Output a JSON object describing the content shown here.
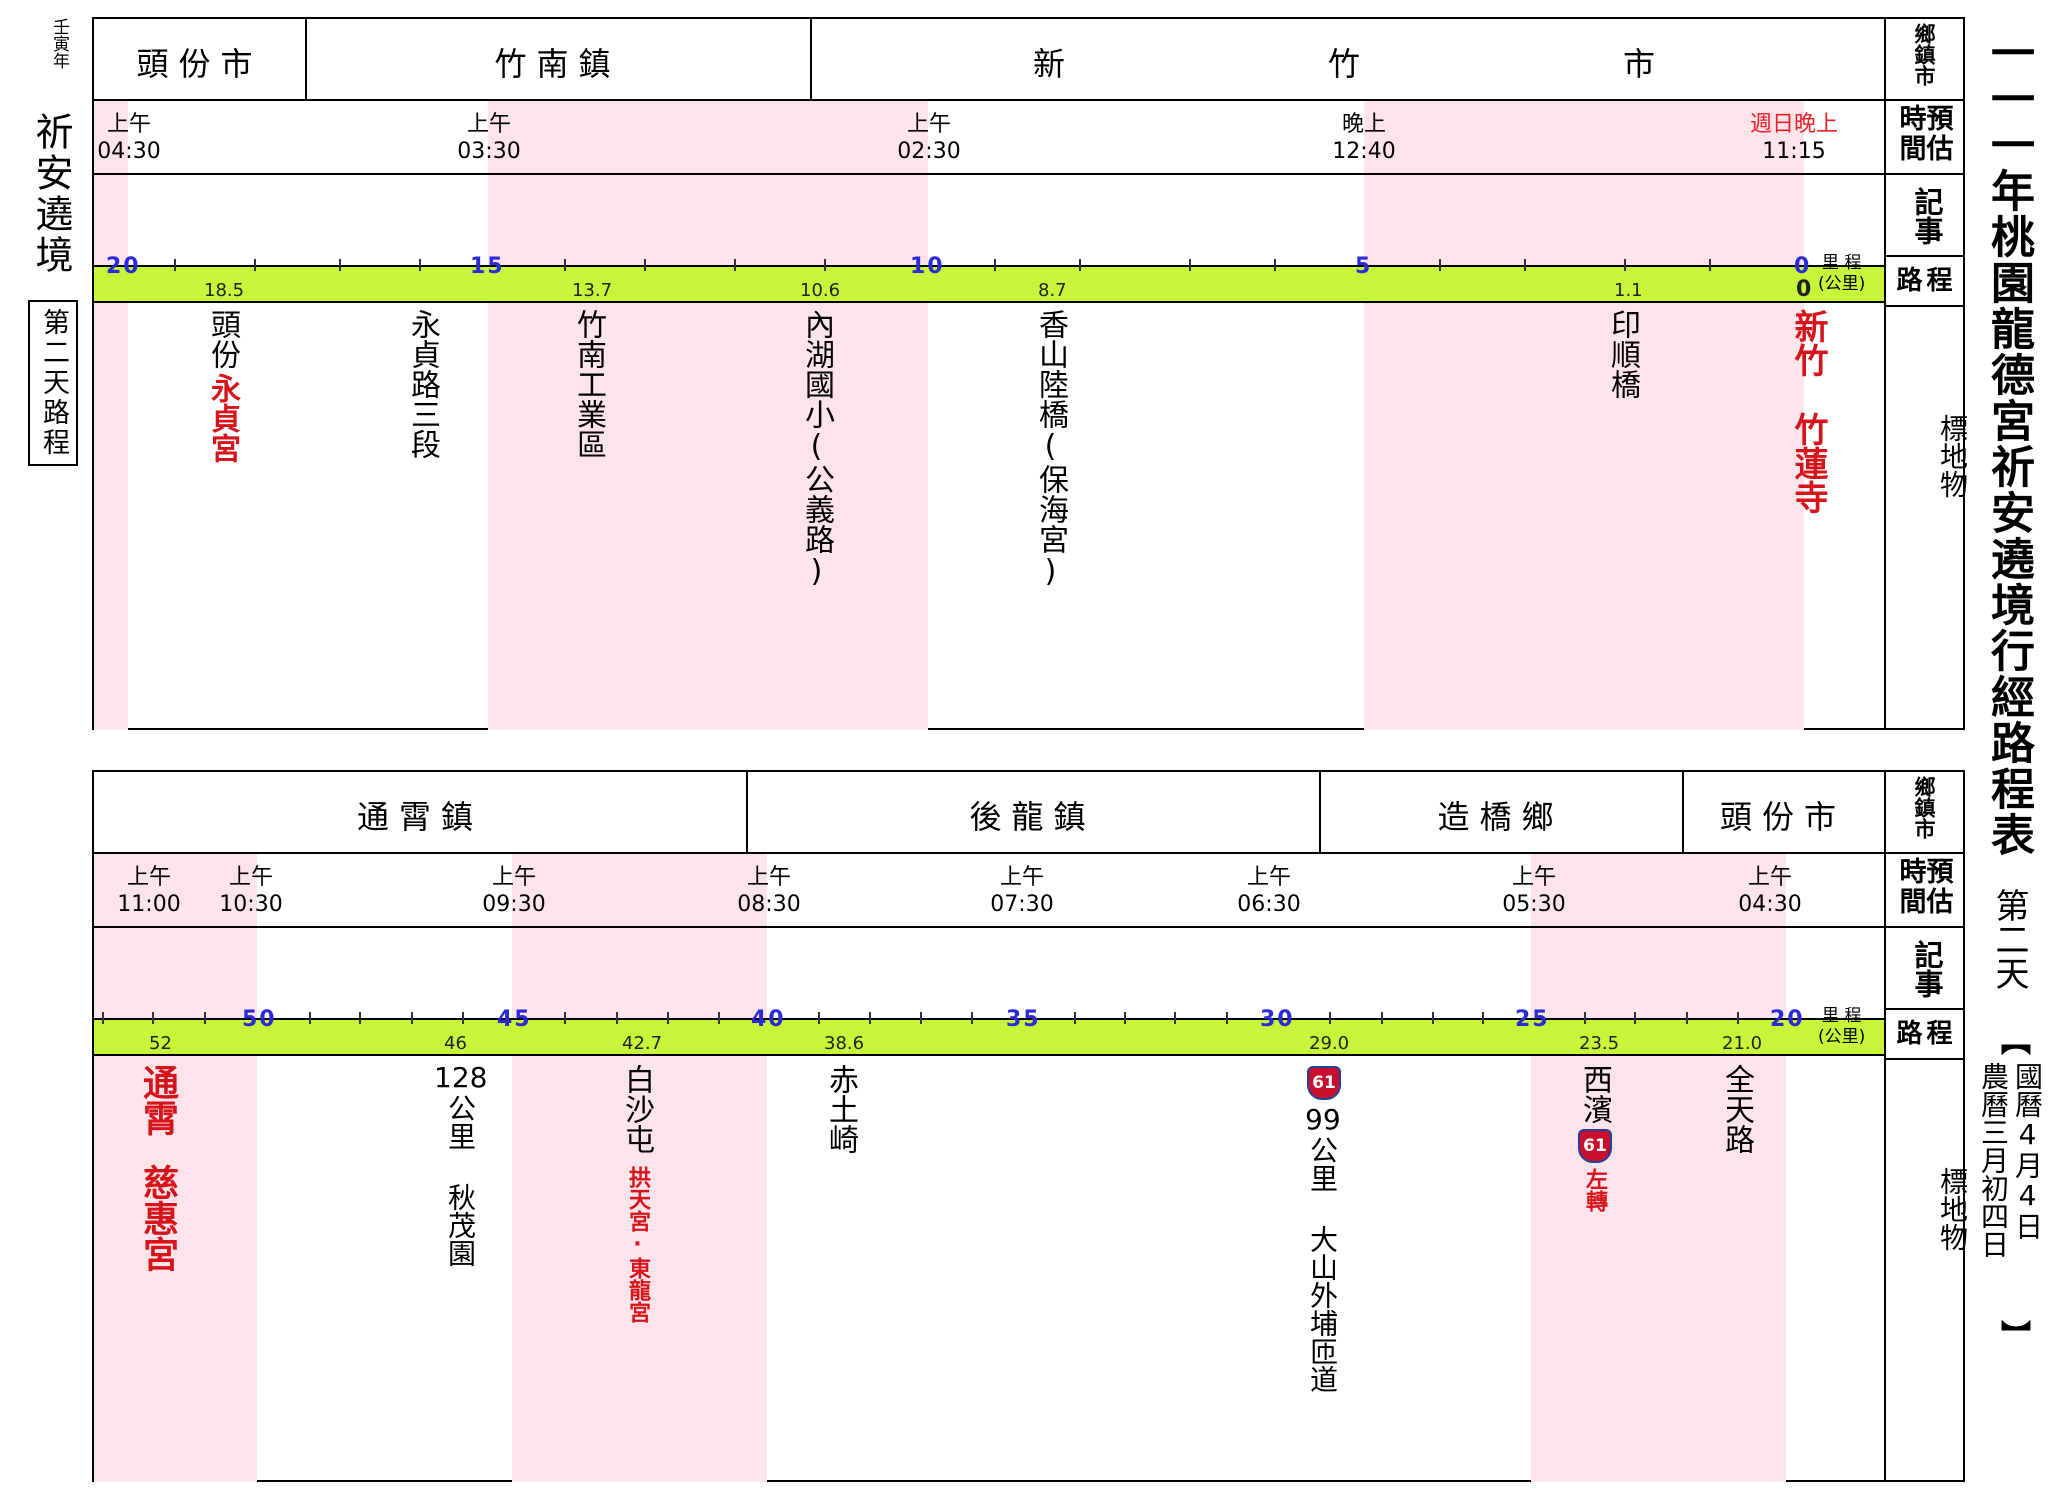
{
  "left_side": {
    "year": "壬寅年",
    "title": "祈安遶境",
    "boxed": "第二天路程"
  },
  "right_side": {
    "title": "一一一年桃園龍德宮祈安遶境行經路程表",
    "day": "第二天",
    "date_bracket_open": "【",
    "date_gregorian": "國曆4月4日",
    "date_lunar": "農曆三月初四日",
    "date_bracket_close": "】"
  },
  "row_labels": {
    "district": "鄉鎮市",
    "time": "預估時間",
    "notes": "記事",
    "route": "路程",
    "landmark": "標地物",
    "km_top": "里 程",
    "km_unit": "(公里)"
  },
  "top_table": {
    "towns": [
      "頭份市",
      "竹南鎮",
      "新",
      "竹",
      "市"
    ],
    "times": [
      {
        "label": "上午",
        "time": "04:30"
      },
      {
        "label": "上午",
        "time": "03:30"
      },
      {
        "label": "上午",
        "time": "02:30"
      },
      {
        "label": "晚上",
        "time": "12:40"
      },
      {
        "label": "週日晚上",
        "time": "11:15"
      }
    ],
    "km_markers": [
      "20",
      "15",
      "10",
      "5",
      "0"
    ],
    "distances": [
      "18.5",
      "13.7",
      "10.6",
      "8.7",
      "1.1",
      "0"
    ],
    "landmarks": {
      "toufen_a": "頭份",
      "toufen_b": "永貞宮",
      "yongzhen": "永貞路三段",
      "zhunan": "竹南工業區",
      "neihu": "內湖國小(公義路)",
      "xiangshan": "香山陸橋(保海宮)",
      "yinshun": "印順橋",
      "xinzhu_a": "新竹",
      "xinzhu_b": "竹蓮寺"
    }
  },
  "bottom_table": {
    "towns": [
      "通霄鎮",
      "後龍鎮",
      "造橋鄉",
      "頭份市"
    ],
    "times": [
      {
        "label": "上午",
        "time": "11:00"
      },
      {
        "label": "上午",
        "time": "10:30"
      },
      {
        "label": "上午",
        "time": "09:30"
      },
      {
        "label": "上午",
        "time": "08:30"
      },
      {
        "label": "上午",
        "time": "07:30"
      },
      {
        "label": "上午",
        "time": "06:30"
      },
      {
        "label": "上午",
        "time": "05:30"
      },
      {
        "label": "上午",
        "time": "04:30"
      }
    ],
    "km_markers": [
      "50",
      "45",
      "40",
      "35",
      "30",
      "25",
      "20"
    ],
    "distances": [
      "52",
      "46",
      "42.7",
      "38.6",
      "29.0",
      "23.5",
      "21.0"
    ],
    "landmarks": {
      "tongxiao_a": "通霄",
      "tongxiao_b": "慈惠宮",
      "km128_num": "128",
      "km128_text": "公里 秋茂園",
      "baishatun": "白沙屯",
      "gongtian": "拱天宮‧東龍宮",
      "chituqi": "赤土崎",
      "route61": "61",
      "km99_num": "99",
      "km99_text": "公里 大山外埔匝道",
      "xibin": "西濱",
      "turn_left": "左轉",
      "quantian": "全天路"
    }
  }
}
